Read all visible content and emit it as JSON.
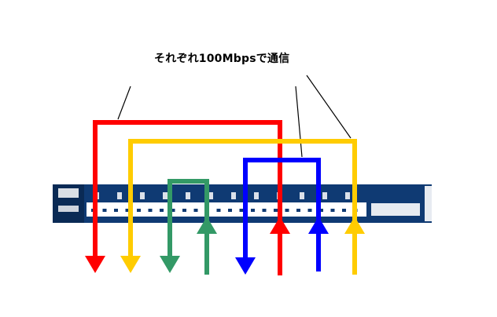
{
  "caption": "それぞれ100Mbpsで通信",
  "colors": {
    "red": "#ff0000",
    "yellow": "#ffcc00",
    "green": "#339966",
    "blue": "#0000ff",
    "switch_body": "#0f3a73",
    "switch_dark": "#0a2a55",
    "port": "#ffffff",
    "callout_line": "#000000"
  },
  "connections": [
    {
      "name": "red-link",
      "color": "red",
      "from_port": 1,
      "to_port": 10
    },
    {
      "name": "yellow-link",
      "color": "yellow",
      "from_port": 2,
      "to_port": 12
    },
    {
      "name": "green-link",
      "color": "green",
      "from_port": 4,
      "to_port": 5
    },
    {
      "name": "blue-link",
      "color": "blue",
      "from_port": 8,
      "to_port": 11
    }
  ],
  "icons": {
    "switch": "network-switch-icon"
  }
}
